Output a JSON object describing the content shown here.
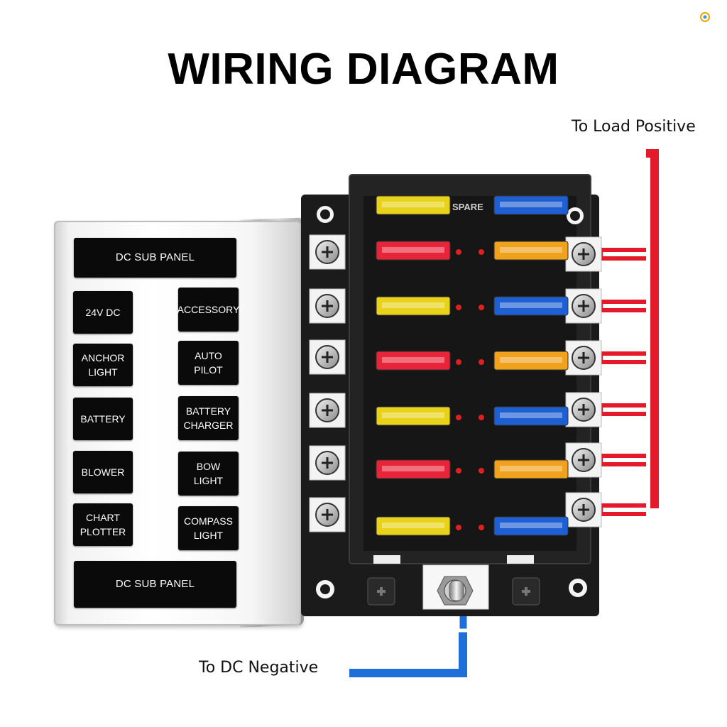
{
  "title": "WIRING DIAGRAM",
  "callouts": {
    "load_positive": "To Load Positive",
    "dc_negative": "To DC Negative"
  },
  "panel": {
    "top_label": "DC SUB PANEL",
    "bottom_label": "DC SUB PANEL",
    "left_labels": [
      "24V DC",
      "ANCHOR\nLIGHT",
      "BATTERY",
      "BLOWER",
      "CHART\nPLOTTER"
    ],
    "right_labels": [
      "ACCESSORY",
      "AUTO\nPILOT",
      "BATTERY\nCHARGER",
      "BOW\nLIGHT",
      "COMPASS\nLIGHT"
    ]
  },
  "fuse_block": {
    "spare_label": "SPARE",
    "fuse_rows": [
      [
        "yellow",
        "blue"
      ],
      [
        "red",
        "orange"
      ],
      [
        "yellow",
        "blue"
      ],
      [
        "red",
        "orange"
      ],
      [
        "yellow",
        "blue"
      ],
      [
        "red",
        "orange"
      ],
      [
        "yellow",
        "blue"
      ]
    ]
  },
  "colors": {
    "positive_wire": "#e41a2a",
    "negative_wire": "#1e6fd9",
    "fuse_yellow": "#e9d21a",
    "fuse_red": "#e8243a",
    "fuse_orange": "#f0a21c",
    "fuse_blue": "#1f5fd4",
    "block_body": "#1b1b1b"
  }
}
